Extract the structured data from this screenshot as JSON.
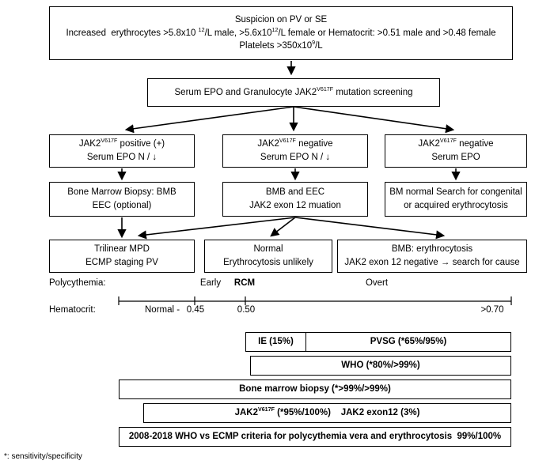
{
  "flow": {
    "suspicion": {
      "line1": "Suspicion on PV or SE",
      "line2": [
        {
          "t": "Increased  erythrocytes >5.8x10 "
        },
        {
          "sup": "12"
        },
        {
          "t": "/L male, >5.6x10"
        },
        {
          "sup": "12"
        },
        {
          "t": "/L female or Hematocrit: >0.51 male and >0.48 female"
        }
      ],
      "line3": [
        {
          "t": "Platelets >350x10"
        },
        {
          "sup": "9"
        },
        {
          "t": "/L"
        }
      ]
    },
    "screening": [
      {
        "t": "Serum EPO and Granulocyte JAK2"
      },
      {
        "sup": "V617F"
      },
      {
        "t": " mutation screening"
      }
    ],
    "jak2_positive": {
      "line1": [
        {
          "t": "JAK2"
        },
        {
          "sup": "V617F"
        },
        {
          "t": " positive (+)"
        }
      ],
      "line2": "Serum EPO N / ↓"
    },
    "jak2_negative_mid": {
      "line1": [
        {
          "t": "JAK2"
        },
        {
          "sup": "V617F"
        },
        {
          "t": " negative"
        }
      ],
      "line2": "Serum EPO N / ↓"
    },
    "jak2_negative_right": {
      "line1": [
        {
          "t": "JAK2"
        },
        {
          "sup": "V617F"
        },
        {
          "t": " negative"
        }
      ],
      "line2": "Serum EPO"
    },
    "bmb_left": {
      "line1": "Bone Marrow Biopsy: BMB",
      "line2": "EEC (optional)"
    },
    "bmb_mid": {
      "line1": "BMB and EEC",
      "line2": "JAK2 exon 12 muation"
    },
    "bm_normal": {
      "line1": "BM normal Search for congenital",
      "line2": "or acquired erythrocytosis"
    },
    "trilinear": {
      "line1": "Trilinear MPD",
      "line2": "ECMP staging PV"
    },
    "normal": {
      "line1": "Normal",
      "line2": "Erythrocytosis unlikely"
    },
    "bmb_erythrocytosis": {
      "line1": "BMB: erythrocytosis",
      "line2": "JAK2 exon 12 negative → search for cause"
    }
  },
  "scale": {
    "polycythemia_label": "Polycythemia:",
    "stage_early": "Early",
    "stage_rcm": "RCM",
    "stage_overt": "Overt",
    "hematocrit_label": "Hematocrit:",
    "tick_normal": "Normal -",
    "tick_045": "0.45",
    "tick_050": "0.50",
    "tick_070": ">0.70"
  },
  "bars": {
    "ie": "IE (15%)",
    "pvsg": "PVSG (*65%/95%)",
    "who": "WHO (*80%/>99%)",
    "bone_marrow": "Bone marrow biopsy (*>99%/>99%)",
    "jak2": [
      {
        "t": "JAK2"
      },
      {
        "sup": "V617F"
      },
      {
        "t": " (*95%/100%)    JAK2 exon12 (3%)"
      }
    ],
    "who_vs_ecmp": "2008-2018 WHO vs ECMP criteria for polycythemia vera and erythrocytosis  99%/100%"
  },
  "footnote": "*: sensitivity/specificity",
  "colors": {
    "ink": "#000000",
    "background": "#ffffff"
  }
}
